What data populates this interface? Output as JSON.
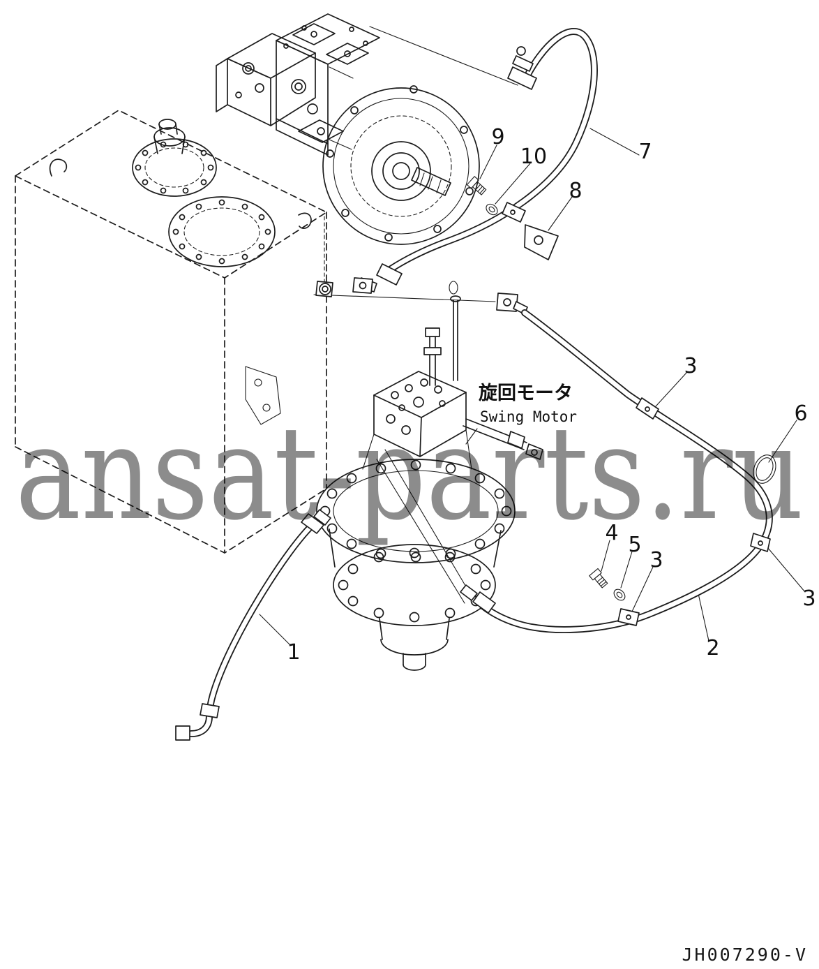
{
  "diagram": {
    "watermark": "ansat-parts.ru",
    "drawing_number": "JH007290-V",
    "swing_motor_label": {
      "jp": "旋回モータ",
      "en": "Swing Motor"
    },
    "callouts": [
      {
        "label": "9"
      },
      {
        "label": "10"
      },
      {
        "label": "8"
      },
      {
        "label": "7"
      },
      {
        "label": "3"
      },
      {
        "label": "6"
      },
      {
        "label": "4"
      },
      {
        "label": "5"
      },
      {
        "label": "3"
      },
      {
        "label": "3"
      },
      {
        "label": "2"
      },
      {
        "label": "1"
      }
    ]
  }
}
